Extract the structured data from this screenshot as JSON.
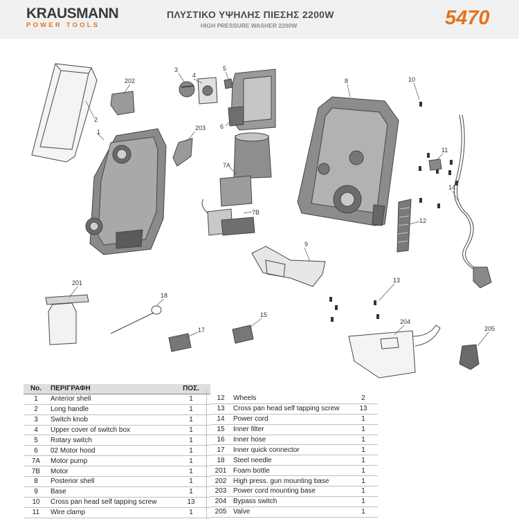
{
  "header": {
    "brand": "KRAUSMANN",
    "brand_sub": "POWER TOOLS",
    "title_greek": "ΠΛΥΣΤΙΚΟ ΥΨΗΛΗΣ ΠΙΕΣΗΣ 2200W",
    "title_english": "HIGH PRESSURE WASHER 2200W",
    "model": "5470"
  },
  "colors": {
    "accent": "#e2731f",
    "line": "#444444",
    "part_fill": "#7a7a7a"
  },
  "callouts": [
    "1",
    "2",
    "3",
    "4",
    "5",
    "6",
    "7A",
    "7B",
    "8",
    "9",
    "10",
    "11",
    "12",
    "13",
    "14",
    "15",
    "17",
    "18",
    "201",
    "202",
    "203",
    "204",
    "205"
  ],
  "table": {
    "headers": {
      "no": "No.",
      "desc": "ΠΕΡΙΓΡΑΦΗ",
      "qty": "ΠΟΣ."
    },
    "left_rows": [
      {
        "no": "1",
        "desc": "Anterior shell",
        "qty": "1"
      },
      {
        "no": "2",
        "desc": "Long handle",
        "qty": "1"
      },
      {
        "no": "3",
        "desc": "Switch knob",
        "qty": "1"
      },
      {
        "no": "4",
        "desc": "Upper cover of switch box",
        "qty": "1"
      },
      {
        "no": "5",
        "desc": "Rotary switch",
        "qty": "1"
      },
      {
        "no": "6",
        "desc": "02 Motor hood",
        "qty": "1"
      },
      {
        "no": "7A",
        "desc": "Motor pump",
        "qty": "1"
      },
      {
        "no": "7B",
        "desc": "Motor",
        "qty": "1"
      },
      {
        "no": "8",
        "desc": "Posterior shell",
        "qty": "1"
      },
      {
        "no": "9",
        "desc": "Base",
        "qty": "1"
      },
      {
        "no": "10",
        "desc": "Cross pan head self tapping screw",
        "qty": "13"
      },
      {
        "no": "11",
        "desc": "Wire clamp",
        "qty": "1"
      }
    ],
    "right_rows": [
      {
        "no": "12",
        "desc": "Wheels",
        "qty": "2"
      },
      {
        "no": "13",
        "desc": "Cross pan head self tapping screw",
        "qty": "13"
      },
      {
        "no": "14",
        "desc": "Power cord",
        "qty": "1"
      },
      {
        "no": "15",
        "desc": "Inner filter",
        "qty": "1"
      },
      {
        "no": "16",
        "desc": "Inner hose",
        "qty": "1"
      },
      {
        "no": "17",
        "desc": "Inner quick connector",
        "qty": "1"
      },
      {
        "no": "18",
        "desc": "Steel needle",
        "qty": "1"
      },
      {
        "no": "201",
        "desc": "Foam bottle",
        "qty": "1"
      },
      {
        "no": "202",
        "desc": "High press. gun mounting base",
        "qty": "1"
      },
      {
        "no": "203",
        "desc": "Power cord mounting base",
        "qty": "1"
      },
      {
        "no": "204",
        "desc": "Bypass switch",
        "qty": "1"
      },
      {
        "no": "205",
        "desc": "Valve",
        "qty": "1"
      }
    ]
  }
}
